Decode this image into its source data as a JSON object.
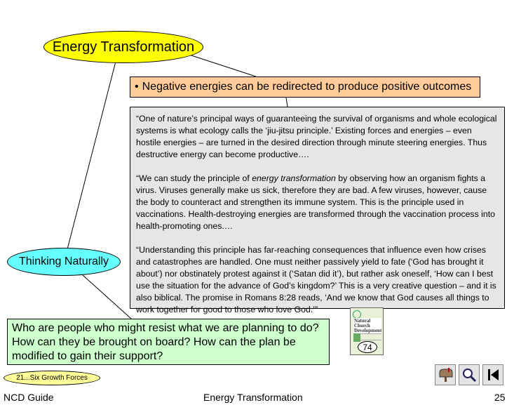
{
  "title": "Energy Transformation",
  "bullet": "Negative energies can be redirected to produce positive outcomes",
  "quote": {
    "p1": "“One of nature’s principal ways of guaranteeing the survival of organisms and whole ecological systems is what ecology calls the ‘jiu-jitsu principle.’  Existing forces and energies – even hostile energies – are turned in the desired direction through minute steering energies.  Thus destructive energy can become productive….",
    "p2_before": "“We can study the principle of ",
    "p2_em": "energy transformation",
    "p2_after": " by observing how an organism fights a virus.  Viruses generally make us sick, therefore they are bad.  A few viruses, however, cause the body to counteract and strengthen its immune system.  This is the principle used in vaccinations.  Health-destroying energies are transformed through the vaccination process into health-promoting ones.…",
    "p3": "“Understanding this principle has far-reaching consequences that influence even how crises and catastrophes are handled.  One must neither passively yield to fate (‘God has brought it about’) nor obstinately protest against it (‘Satan did it’), but rather ask oneself, ‘How can I best use the situation for the advance of God’s kingdom?’  This is a very creative question – and it is also biblical.  The promise in Romans 8:28 reads, ‘And we know that God causes all things to work together for good to those who love God.’”"
  },
  "thinking_label": "Thinking Naturally",
  "question": "Who are people who might resist what we are planning to do?  How can they be brought on board?  How can the plan be modified to gain their support?",
  "growth_link": "21...Six Growth Forces",
  "book": {
    "title_line1": "Natural",
    "title_line2": "Church",
    "title_line3": "Development",
    "page_ref": "74"
  },
  "nav": {
    "home_icon": "mailbox-home-icon",
    "search_icon": "magnifier-icon",
    "first_icon": "skip-to-first-icon"
  },
  "footer": {
    "left": "NCD Guide",
    "center": "Energy Transformation",
    "page_number": "25"
  },
  "colors": {
    "title_fill": "#ffff00",
    "bullet_fill": "#ffcc99",
    "quote_fill": "#e6e6e6",
    "thinking_fill": "#66ffff",
    "question_fill": "#ccffcc",
    "growth_fill": "#ffff99"
  }
}
